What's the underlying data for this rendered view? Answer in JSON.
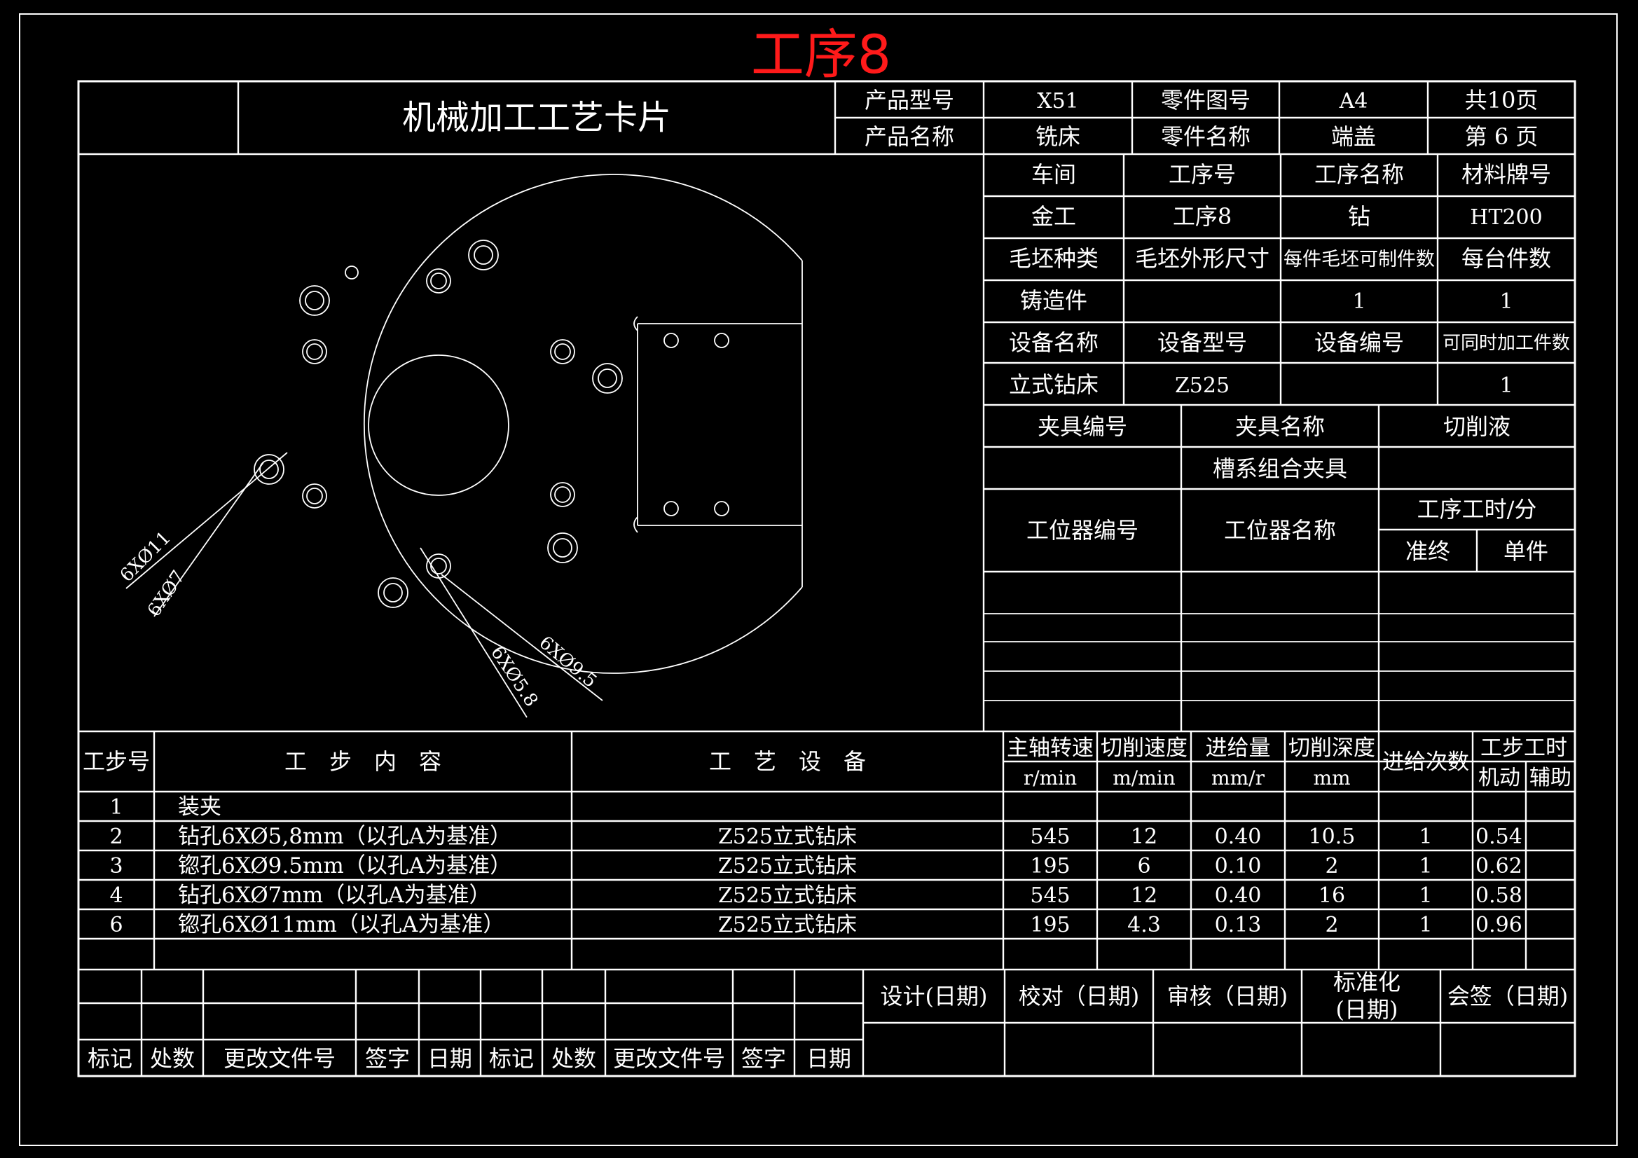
{
  "sheet_heading": "工序8",
  "colors": {
    "heading": "#ff1a1a",
    "lines": "#ffffff",
    "background": "#000000"
  },
  "title_block": {
    "card_title": "机械加工工艺卡片",
    "product_model_label": "产品型号",
    "product_model": "X51",
    "part_drawing_no_label": "零件图号",
    "part_drawing_no": "A4",
    "total_pages": "共10页",
    "product_name_label": "产品名称",
    "product_name": "铣床",
    "part_name_label": "零件名称",
    "part_name": "端盖",
    "page_no": "第 6 页"
  },
  "info": {
    "workshop_label": "车间",
    "op_no_label": "工序号",
    "op_name_label": "工序名称",
    "material_label": "材料牌号",
    "workshop": "金工",
    "op_no": "工序8",
    "op_name": "钻",
    "material": "HT200",
    "blank_type_label": "毛坯种类",
    "blank_size_label": "毛坯外形尺寸",
    "per_blank_label": "每件毛坯可制件数",
    "per_unit_label": "每台件数",
    "blank_type": "铸造件",
    "blank_size": "",
    "per_blank": "1",
    "per_unit": "1",
    "equip_name_label": "设备名称",
    "equip_model_label": "设备型号",
    "equip_no_label": "设备编号",
    "simul_label": "可同时加工件数",
    "equip_name": "立式钻床",
    "equip_model": "Z525",
    "equip_no": "",
    "simul": "1",
    "fixture_no_label": "夹具编号",
    "fixture_name_label": "夹具名称",
    "coolant_label": "切削液",
    "fixture_no": "",
    "fixture_name": "槽系组合夹具",
    "coolant": "",
    "station_no_label": "工位器编号",
    "station_name_label": "工位器名称",
    "op_time_label": "工序工时/分",
    "prep_label": "准终",
    "unit_label": "单件"
  },
  "drawing": {
    "callouts": [
      "6XØ11",
      "6XØ7",
      "6XØ5.8",
      "6XØ9.5"
    ]
  },
  "steps_table": {
    "h_no": "工步号",
    "h_content": "工　步　内　容",
    "h_equip": "工　艺　设　备",
    "h_speed": "主轴转速",
    "u_speed": "r/min",
    "h_vc": "切削速度",
    "u_vc": "m/min",
    "h_feed": "进给量",
    "u_feed": "mm/r",
    "h_depth": "切削深度",
    "u_depth": "mm",
    "h_passes": "进给次数",
    "h_time": "工步工时",
    "h_machine": "机动",
    "h_aux": "辅助",
    "rows": [
      {
        "no": "1",
        "content": "装夹",
        "equip": "",
        "speed": "",
        "vc": "",
        "feed": "",
        "depth": "",
        "passes": "",
        "machine": "",
        "aux": ""
      },
      {
        "no": "2",
        "content": "钻孔6XØ5,8mm（以孔A为基准）",
        "equip": "Z525立式钻床",
        "speed": "545",
        "vc": "12",
        "feed": "0.40",
        "depth": "10.5",
        "passes": "1",
        "machine": "0.54",
        "aux": ""
      },
      {
        "no": "3",
        "content": "锪孔6XØ9.5mm（以孔A为基准）",
        "equip": "Z525立式钻床",
        "speed": "195",
        "vc": "6",
        "feed": "0.10",
        "depth": "2",
        "passes": "1",
        "machine": "0.62",
        "aux": ""
      },
      {
        "no": "4",
        "content": "钻孔6XØ7mm（以孔A为基准）",
        "equip": "Z525立式钻床",
        "speed": "545",
        "vc": "12",
        "feed": "0.40",
        "depth": "16",
        "passes": "1",
        "machine": "0.58",
        "aux": ""
      },
      {
        "no": "6",
        "content": "锪孔6XØ11mm（以孔A为基准）",
        "equip": "Z525立式钻床",
        "speed": "195",
        "vc": "4.3",
        "feed": "0.13",
        "depth": "2",
        "passes": "1",
        "machine": "0.96",
        "aux": ""
      }
    ]
  },
  "revision_block": {
    "labels": [
      "标记",
      "处数",
      "更改文件号",
      "签字",
      "日期",
      "标记",
      "处数",
      "更改文件号",
      "签字",
      "日期"
    ],
    "design": "设计(日期)",
    "check": "校对（日期)",
    "review": "审核（日期)",
    "standard": "标准化",
    "standard_date": "(日期)",
    "countersign": "会签（日期)"
  }
}
